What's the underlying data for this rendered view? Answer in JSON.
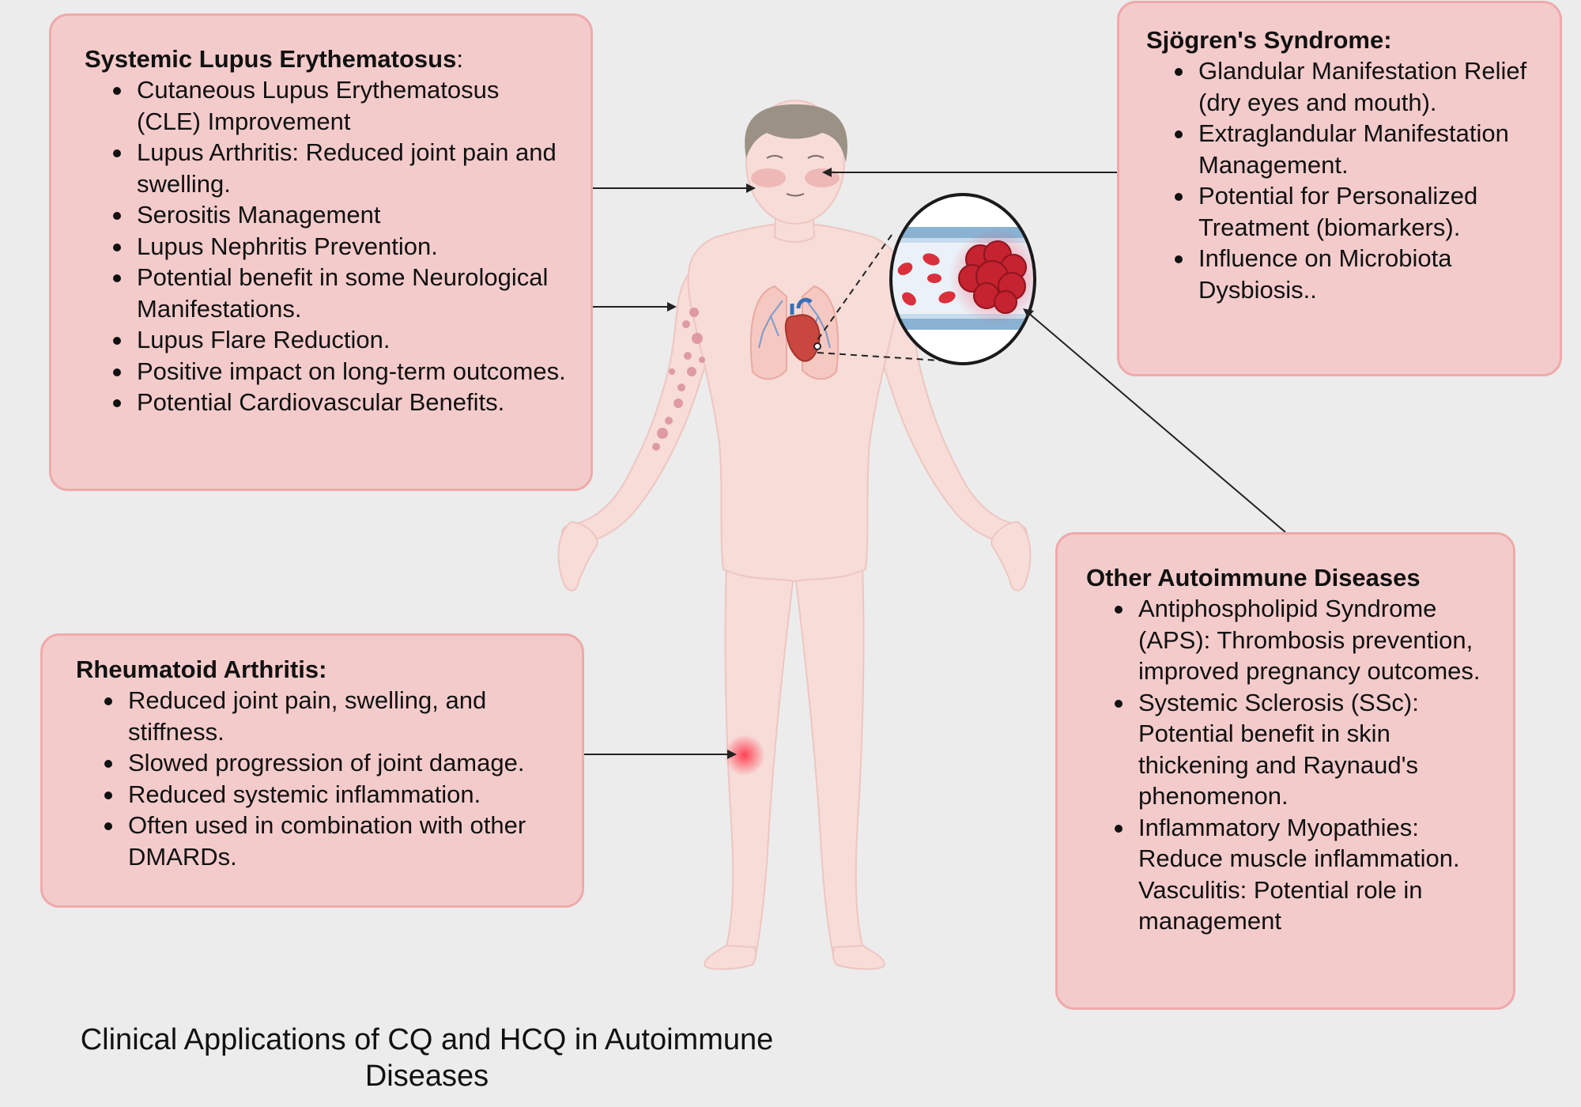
{
  "sle": {
    "title": "Systemic Lupus Erythematosus",
    "title_suffix": ":",
    "items": [
      "Cutaneous Lupus Erythematosus (CLE) Improvement",
      "Lupus Arthritis: Reduced joint pain and swelling.",
      "Serositis Management",
      "Lupus Nephritis Prevention.",
      "Potential benefit in some Neurological Manifestations.",
      "Lupus Flare Reduction.",
      "Positive impact on long-term outcomes.",
      "Potential Cardiovascular Benefits."
    ]
  },
  "sjogren": {
    "title": "Sjögren's Syndrome:",
    "items": [
      "Glandular Manifestation Relief (dry eyes and mouth).",
      "Extraglandular Manifestation Management.",
      "Potential for Personalized Treatment (biomarkers).",
      "Influence on Microbiota Dysbiosis.."
    ]
  },
  "ra": {
    "title": "Rheumatoid Arthritis:",
    "items": [
      "Reduced joint pain, swelling, and stiffness.",
      "Slowed progression of joint damage.",
      "Reduced systemic inflammation.",
      "Often used in combination with other DMARDs."
    ]
  },
  "other": {
    "title": "Other Autoimmune Diseases",
    "items": [
      "Antiphospholipid Syndrome (APS): Thrombosis prevention, improved pregnancy outcomes.",
      "Systemic Sclerosis (SSc): Potential benefit in skin thickening and Raynaud's phenomenon.",
      "Inflammatory Myopathies: Reduce muscle inflammation. Vasculitis: Potential role in management"
    ]
  },
  "caption": "Clinical Applications of CQ and HCQ in Autoimmune Diseases",
  "colors": {
    "box_fill": "#f4cbcb",
    "box_border": "#eeaaaa",
    "skin": "#f7dcd8",
    "hair": "#9b9185",
    "blood_cell": "#d9303c",
    "vessel": "#8ab2d2"
  }
}
